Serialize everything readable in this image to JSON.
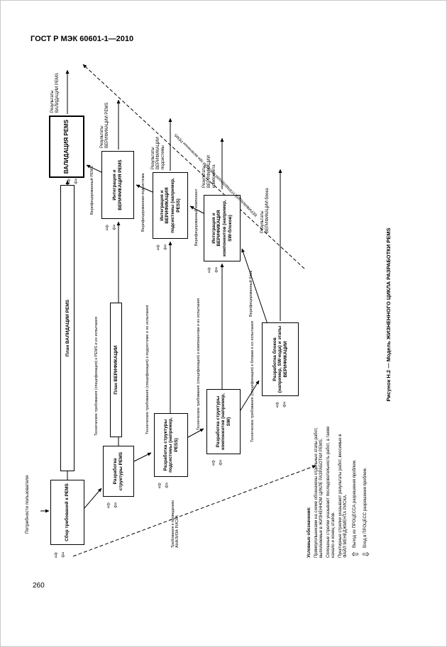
{
  "page": {
    "header": "ГОСТ Р МЭК 60601-1—2010",
    "page_number": "260"
  },
  "figure": {
    "caption": "Рисунок Н.2 — Модель ЖИЗНЕННОГО ЦИКЛА РАЗРАБОТКИ PEMS",
    "inputs": {
      "user_needs": "Потребности пользователя"
    },
    "boxes": {
      "compile": "Сбор требований к PEMS",
      "arch_pems": "Разработка структуры PEMS",
      "arch_subsystem": "Разработка структуры подсистемы (например, PESS)",
      "arch_component": "Разработка структуры компонентов (например, SW)",
      "develop_units": "Разработка блоков (например, SW-кода) и этапы ВЕРИФИКАЦИИ",
      "integrate_components": "Интеграция и ВЕРИФИКАЦИЯ компонентов (например, SW-блоков)",
      "integrate_subsystem": "Интеграция и ВЕРИФИКАЦИЯ подсистемы (например, PESS)",
      "integrate_pems": "Интеграция и ВЕРИФИКАЦИЯ PEMS",
      "validation": "ВАЛИДАЦИЯ PEMS",
      "validation_plan": "План ВАЛИДАЦИИ PEMS",
      "verification_plan": "План ВЕРИФИКАЦИИ"
    },
    "arrow_labels": {
      "results_validation": "Результаты ВАЛИДАЦИИ PEMS",
      "results_verification_pems": "Результаты ВЕРИФИКАЦИИ PEMS",
      "results_verification_subsystem": "Результаты ВЕРИФИКАЦИИ подсистемы",
      "results_verification_component": "Результаты ВЕРИФИКАЦИИ компонента",
      "results_verification_unit": "Результаты ВЕРИФИКАЦИИ блока",
      "verified_pems": "Верифицированный PEMS",
      "verified_subsystem": "Верифицированная подсистема",
      "verified_component": "Верифицированный компонент",
      "verified_unit": "Верифицированный блок",
      "spec_pems": "Технические требования (спецификация) к PEMS и их испытания",
      "spec_subsystem": "Технические требования (спецификация) к подсистеме и их испытания",
      "spec_component": "Технические требования (спецификация) к компонентам и их испытания",
      "spec_unit": "Технические требования (спецификация) к блокам и их испытания",
      "risk_verification": "ВЕРИФИКАЦИЯ УПРАВЛЕНИЯ РИСКОМ при включении PEMS",
      "risk_requirements": "Требования к проведению АНАЛИЗА РИСКА"
    },
    "legend": {
      "title": "Условные обозначения:",
      "line1": "Прямоугольниками на схеме обозначены отдельные этапы работ, выполняемые в ЖИЗНЕННОМ ЦИКЛЕ РАЗРАБОТКИ PEMS.",
      "line2": "Сплошные стрелки указывают последовательность работ, а также начало и конец этапов.",
      "line3": "Пунктирные стрелки указывают результаты работ, вносимые в ФАЙЛ МЕНЕДЖМЕНТА РИСКА.",
      "out_text": "Выход из ПРОЦЕССА разрешения проблем.",
      "in_text": "Вход в ПРОЦЕСС разрешения проблем."
    },
    "icons": {
      "problem_resolution_in": "⇨",
      "problem_resolution_out": "⇦",
      "legend_exit": "⇧",
      "legend_enter": "⇩"
    }
  }
}
